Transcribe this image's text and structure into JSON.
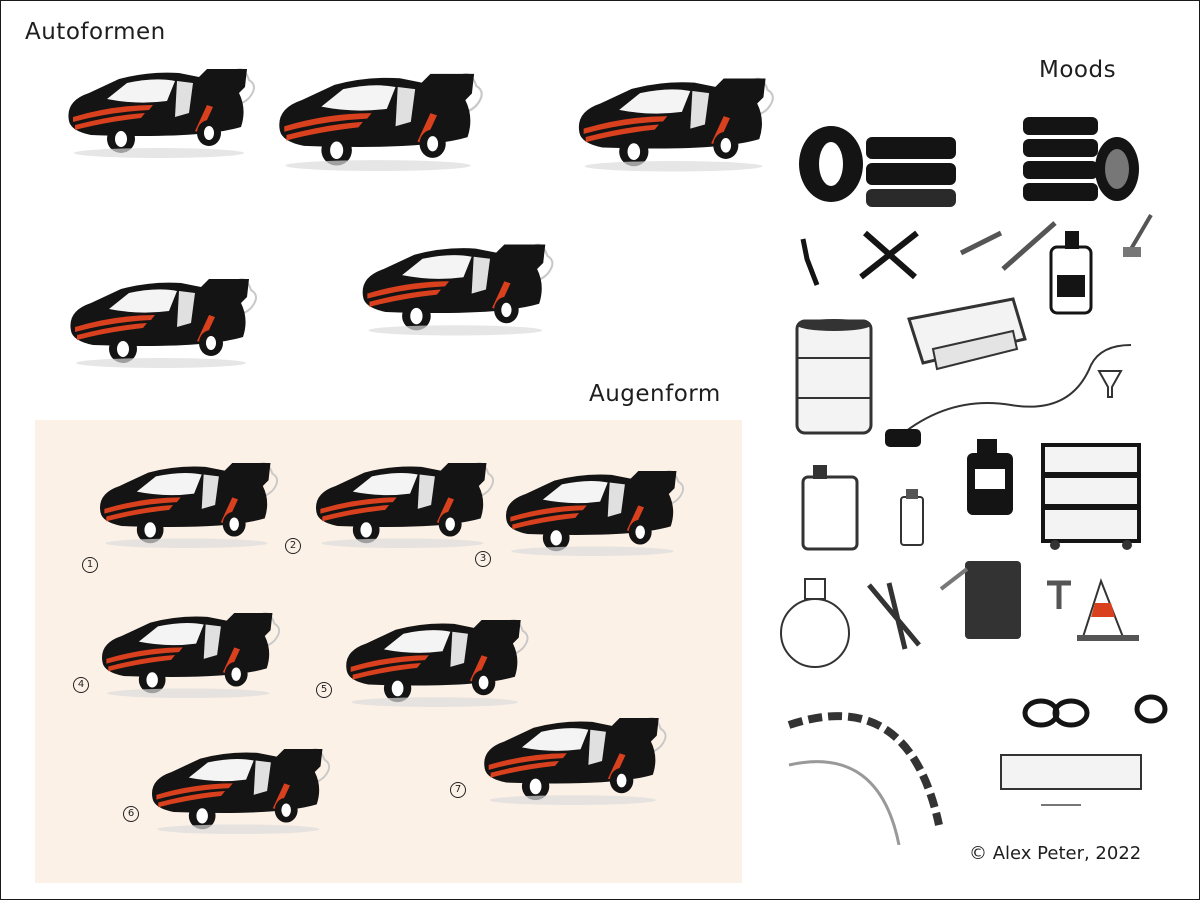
{
  "sections": {
    "autoformen": "Autoformen",
    "moods": "Moods",
    "augenform": "Augenform"
  },
  "copyright": "© Alex Peter, 2022",
  "eye_variants": [
    "1",
    "2",
    "3",
    "4",
    "5",
    "6",
    "7"
  ],
  "colors": {
    "car_body": "#141414",
    "stripe": "#d8401e",
    "panel_bg": "#fcf1e7",
    "smoke": "#c8c8c8"
  },
  "mood_items": [
    "tires-icon",
    "tire-stack-icon",
    "screwdriver-icon",
    "cross-wrench-icon",
    "wrench-icon",
    "oil-bottle-icon",
    "oil-barrel-icon",
    "toolbox-icon",
    "air-hose-icon",
    "funnel-icon",
    "motor-oil-jug-icon",
    "spray-can-icon",
    "oil-bottle-3000-icon",
    "tool-cart-icon",
    "gas-tank-icon",
    "pliers-icon",
    "jerry-can-icon",
    "tire-iron-icon",
    "traffic-cone-icon",
    "race-track-icon",
    "tire-barrier-icon"
  ]
}
